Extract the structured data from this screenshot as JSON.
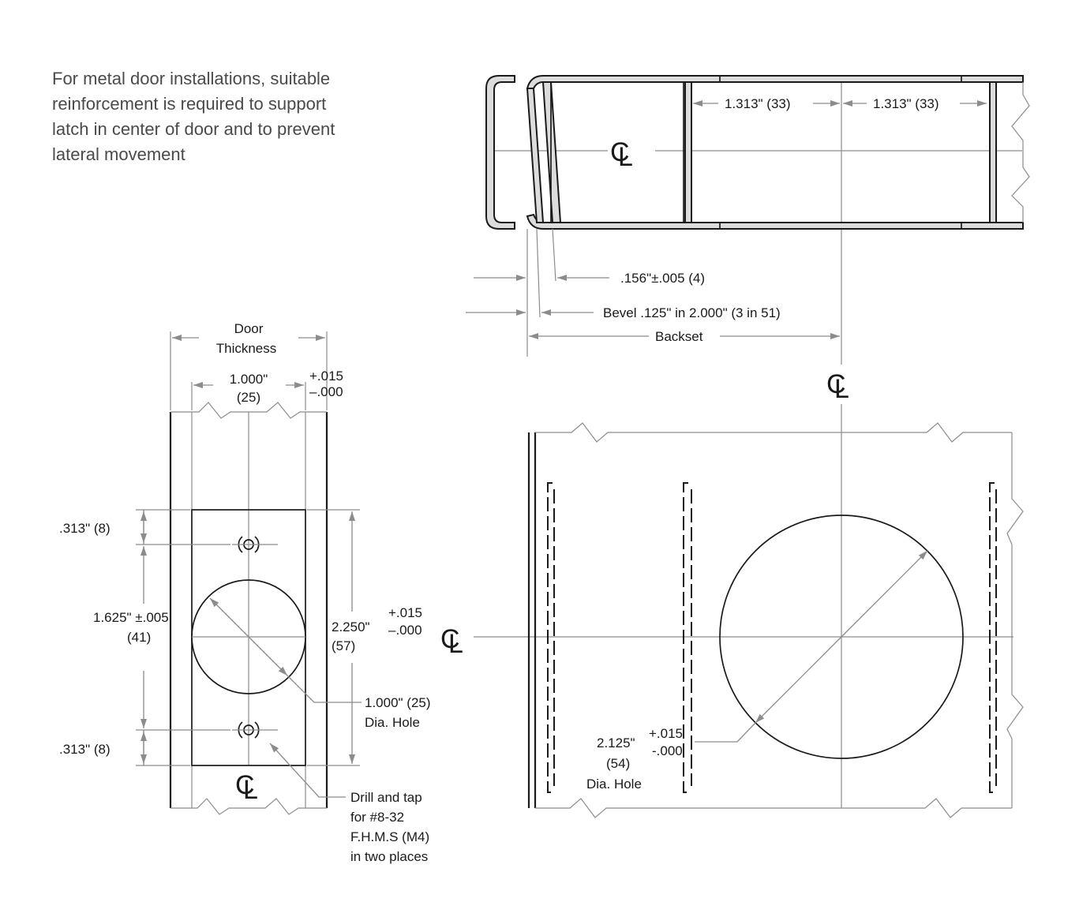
{
  "note": {
    "lines": [
      "For metal door installations, suitable",
      "reinforcement is required to support",
      "latch in center of door and to prevent",
      "lateral movement"
    ]
  },
  "top_view": {
    "half_width_left": "1.313\" (33)",
    "half_width_right": "1.313\" (33)",
    "thickness": ".156\"±.005 (4)",
    "bevel": "Bevel .125\" in 2.000\" (3 in 51)",
    "backset": "Backset",
    "centerline": "CL"
  },
  "edge_view": {
    "door_thickness_line1": "Door",
    "door_thickness_line2": "Thickness",
    "width": "1.000\"",
    "width_mm": "(25)",
    "tol_plus": "+.015",
    "tol_minus": "–.000",
    "top_offset": ".313\" (8)",
    "bottom_offset": ".313\" (8)",
    "hole_spacing": "1.625\" ±.005",
    "hole_spacing_mm": "(41)",
    "height": "2.250\"",
    "height_mm": "(57)",
    "height_tol_plus": "+.015",
    "height_tol_minus": "–.000",
    "hole_dia": "1.000\" (25)",
    "hole_dia_label": "Dia. Hole",
    "drill_lines": [
      "Drill and tap",
      "for #8-32",
      "F.H.M.S (M4)",
      "in two places"
    ],
    "centerline_mid": "CL",
    "centerline_bottom": "CL"
  },
  "face_view": {
    "hole_dia": "2.125\"",
    "tol_plus": "+.015",
    "tol_minus": "-.000",
    "hole_dia_mm": "(54)",
    "hole_dia_label": "Dia. Hole",
    "centerline_top": "CL"
  }
}
